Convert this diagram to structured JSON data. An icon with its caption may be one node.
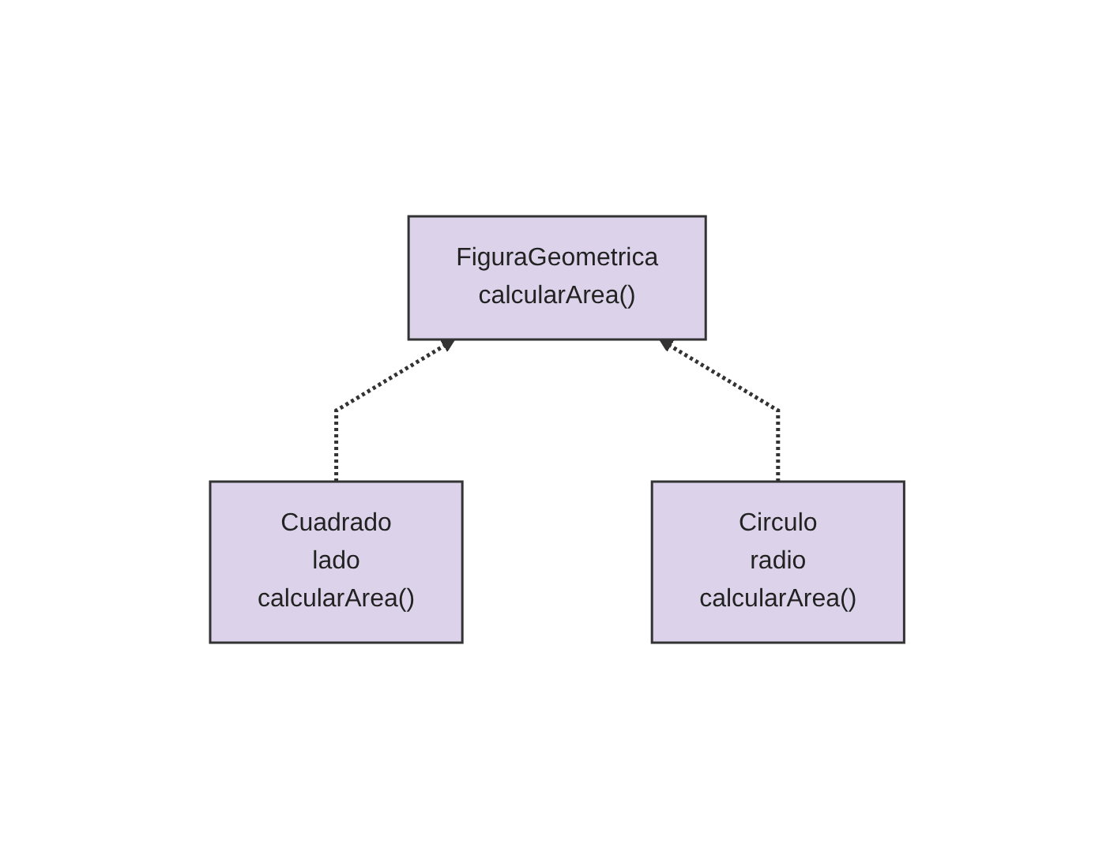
{
  "diagram": {
    "nodes": [
      {
        "text": [
          "FiguraGeometrica",
          "calcularArea()"
        ]
      },
      {
        "text": [
          "Cuadrado",
          "lado",
          "calcularArea()"
        ]
      },
      {
        "text": [
          "Circulo",
          "radio",
          "calcularArea()"
        ]
      }
    ],
    "edges": [
      {
        "from": 1,
        "to": 0,
        "arrow": "to",
        "style": "dashed"
      },
      {
        "from": 2,
        "to": 0,
        "arrow": "to",
        "style": "dashed"
      }
    ]
  }
}
